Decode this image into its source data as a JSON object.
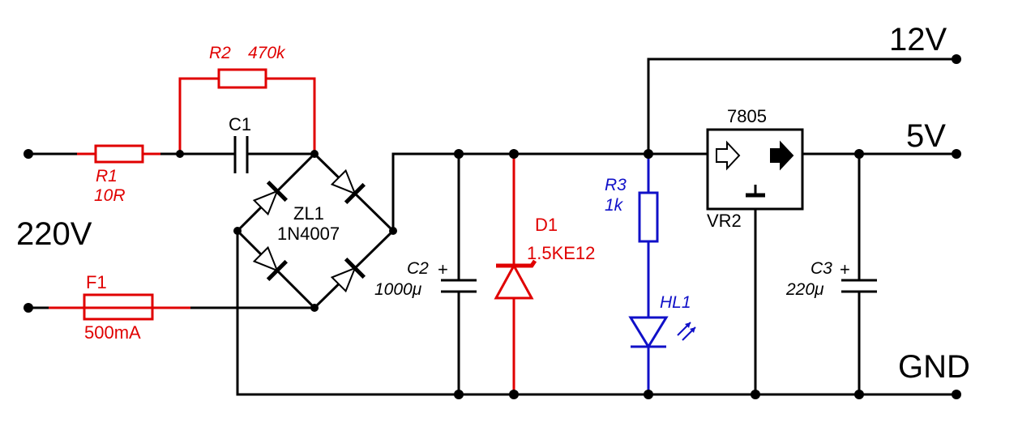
{
  "nets": {
    "v12": "12V",
    "v5": "5V",
    "gnd": "GND",
    "ac_in": "220V"
  },
  "components": {
    "r1": {
      "ref": "R1",
      "value": "10R"
    },
    "r2": {
      "ref": "R2",
      "value": "470k"
    },
    "c1": {
      "ref": "C1"
    },
    "f1": {
      "ref": "F1",
      "value": "500mA"
    },
    "zl1": {
      "ref": "ZL1",
      "value": "1N4007"
    },
    "c2": {
      "ref": "C2",
      "value": "1000μ",
      "pol": "+"
    },
    "d1": {
      "ref": "D1",
      "value": "1.5KE12"
    },
    "r3": {
      "ref": "R3",
      "value": "1k"
    },
    "hl1": {
      "ref": "HL1"
    },
    "vr2": {
      "ref": "VR2",
      "value": "7805"
    },
    "c3": {
      "ref": "C3",
      "value": "220μ",
      "pol": "+"
    }
  },
  "colors": {
    "red": "#e00000",
    "blue": "#1010c8",
    "black": "#000000"
  }
}
